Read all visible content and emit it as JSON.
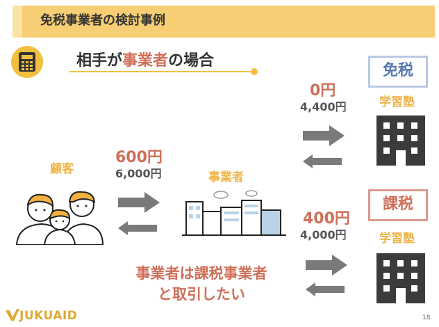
{
  "header": {
    "title": "免税事業者の検討事例"
  },
  "subtitle": {
    "prefix": "相手が",
    "highlight": "事業者",
    "suffix": "の場合"
  },
  "customer": {
    "label": "顧客"
  },
  "business": {
    "label": "事業者"
  },
  "customer_to_business": {
    "price_main": "600円",
    "price_sub": "6,000円"
  },
  "exempt": {
    "badge": "免税",
    "school": "学習塾",
    "price_main": "0円",
    "price_sub": "4,400円"
  },
  "taxed": {
    "badge": "課税",
    "school": "学習塾",
    "price_main": "400円",
    "price_sub": "4,000円"
  },
  "bottom_message": {
    "line1": "事業者は課税事業者",
    "line2": "と取引したい"
  },
  "footer": {
    "logo": "JUKUAID",
    "page_number": "18"
  },
  "colors": {
    "header": "#f7ce74",
    "accent_orange": "#f2bf3f",
    "highlight_red": "#cf6f58",
    "exempt_blue": "#5779b2"
  }
}
